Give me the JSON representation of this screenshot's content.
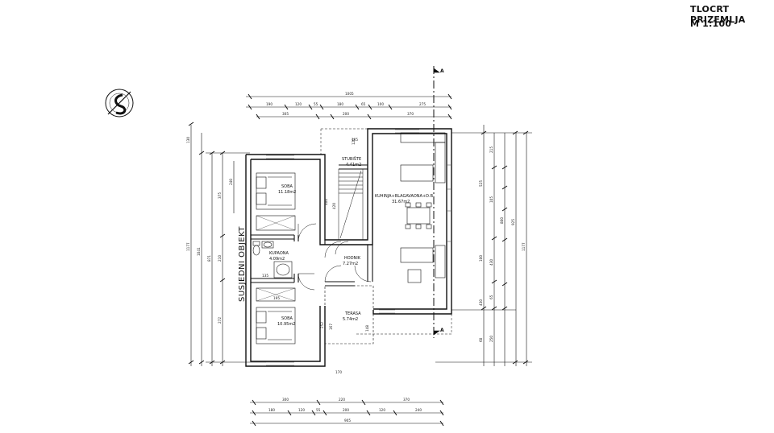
{
  "header": {
    "title": "TLOCRT PRIZEMLJA",
    "scale": "M 1:100"
  },
  "section_marker": "A",
  "neighbor_label": "SUSJEDNI OBJEKT",
  "rooms": [
    {
      "id": "soba1",
      "name": "SOBA",
      "area": "11.18m2"
    },
    {
      "id": "kupaona",
      "name": "KUPAONA",
      "area": "4.09m2"
    },
    {
      "id": "soba2",
      "name": "SOBA",
      "area": "10.95m2"
    },
    {
      "id": "hodnik",
      "name": "HODNIK",
      "area": "7.27m2"
    },
    {
      "id": "stubiste",
      "name": "STUBIŠTE",
      "area": "4.41m2"
    },
    {
      "id": "kuhinja",
      "name": "KUHINJA+BLAGAVAONA+D.B.",
      "area": "31.67m2"
    },
    {
      "id": "terasa",
      "name": "TERASA",
      "area": "5.74m2"
    }
  ],
  "dimensions": {
    "top_total": "1005",
    "top_row1": [
      "190",
      "120",
      "55",
      "180",
      "65",
      "100",
      "275"
    ],
    "top_row2": [
      "305",
      "",
      "200",
      "",
      "370"
    ],
    "bottom_total": "905",
    "bottom_row1": [
      "300",
      "220",
      "370"
    ],
    "bottom_row2": [
      "180",
      "120",
      "55",
      "200",
      "120",
      "240"
    ],
    "left_total": "1177",
    "left_col2": "1041",
    "left_col3": "871",
    "left_col4": [
      "375",
      "210",
      "272"
    ],
    "left_extra": [
      "130",
      "240"
    ],
    "right_total": "1177",
    "right_col2": "925",
    "right_col3": "800",
    "right_col4": [
      "215",
      "105",
      "430",
      "65",
      "250"
    ],
    "right_col5": [
      "525",
      "100",
      "430",
      "60"
    ],
    "interior": [
      "105",
      "120",
      "400",
      "420",
      "195",
      "135",
      "252",
      "167",
      "148",
      "170"
    ]
  },
  "colors": {
    "ink": "#111111",
    "wall": "#1a1a1a"
  }
}
